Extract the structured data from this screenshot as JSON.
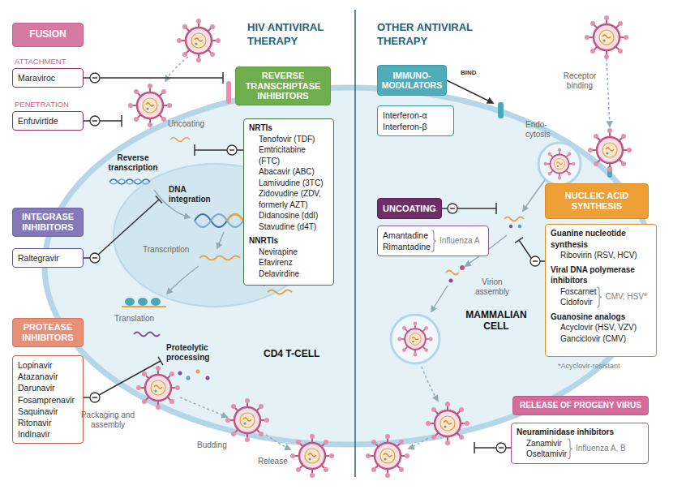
{
  "diagram": {
    "nodes": [
      {
        "text": [
          "FUSION"
        ]
      },
      {
        "text": [
          "ATTACHMENT",
          "Maraviroc"
        ]
      },
      {
        "text": [
          "PENETRATION",
          "Enfuvirtide"
        ]
      },
      {
        "text": [
          "REVERSE TRANSCRIPTASE INHIBITORS"
        ]
      },
      {
        "text": [
          "NRTIs",
          "Tenofovir (TDF)",
          "Emtricitabine (FTC)",
          "Abacavir (ABC)",
          "Lamivudine (3TC)",
          "Zidovudine (ZDV, formerly AZT)",
          "Didanosine (ddI)",
          "Stavudine (d4T)",
          "NNRTIs",
          "Nevirapine",
          "Efavirenz",
          "Delavirdine"
        ]
      },
      {
        "text": [
          "INTEGRASE INHIBITORS"
        ]
      },
      {
        "text": [
          "Raltegravir"
        ]
      },
      {
        "text": [
          "PROTEASE INHIBITORS"
        ]
      },
      {
        "text": [
          "Lopinavir",
          "Atazanavir",
          "Darunavir",
          "Fosamprenavir",
          "Saquinavir",
          "Ritonavir",
          "Indinavir"
        ]
      },
      {
        "text": [
          "IMMUNO-MODULATORS"
        ]
      },
      {
        "text": [
          "Interferon-α",
          "Interferon-β"
        ]
      },
      {
        "text": [
          "UNCOATING"
        ]
      },
      {
        "text": [
          "Amantadine",
          "Rimantadine",
          "Influenza A"
        ]
      },
      {
        "text": [
          "NUCLEIC ACID SYNTHESIS"
        ]
      },
      {
        "text": [
          "Guanine nucleotide synthesis",
          "Ribovirin (RSV, HCV)",
          "Viral DNA polymerase inhibitors",
          "Foscarnet",
          "Cidofovir",
          "CMV, HSV*",
          "Guanosine analogs",
          "Acyclovir (HSV, VZV)",
          "Ganciclovir (CMV)"
        ]
      },
      {
        "text": [
          "RELEASE OF PROGENY VIRUS"
        ]
      },
      {
        "text": [
          "Neuraminidase inhibitors",
          "Zanamivir",
          "Oseltamivir",
          "Influenza A, B"
        ]
      }
    ],
    "labels": [
      "HIV ANTIVIRAL THERAPY",
      "OTHER ANTIVIRAL THERAPY",
      "Uncoating",
      "Reverse transcription",
      "DNA integration",
      "Transcription",
      "Translation",
      "Proteolytic processing",
      "Packaging and assembly",
      "Budding",
      "Release",
      "CD4 T-CELL",
      "BIND",
      "Receptor binding",
      "Endo-cytosis",
      "Virion assembly",
      "MAMMALIAN CELL",
      "*Acyclovir-resistant"
    ]
  }
}
